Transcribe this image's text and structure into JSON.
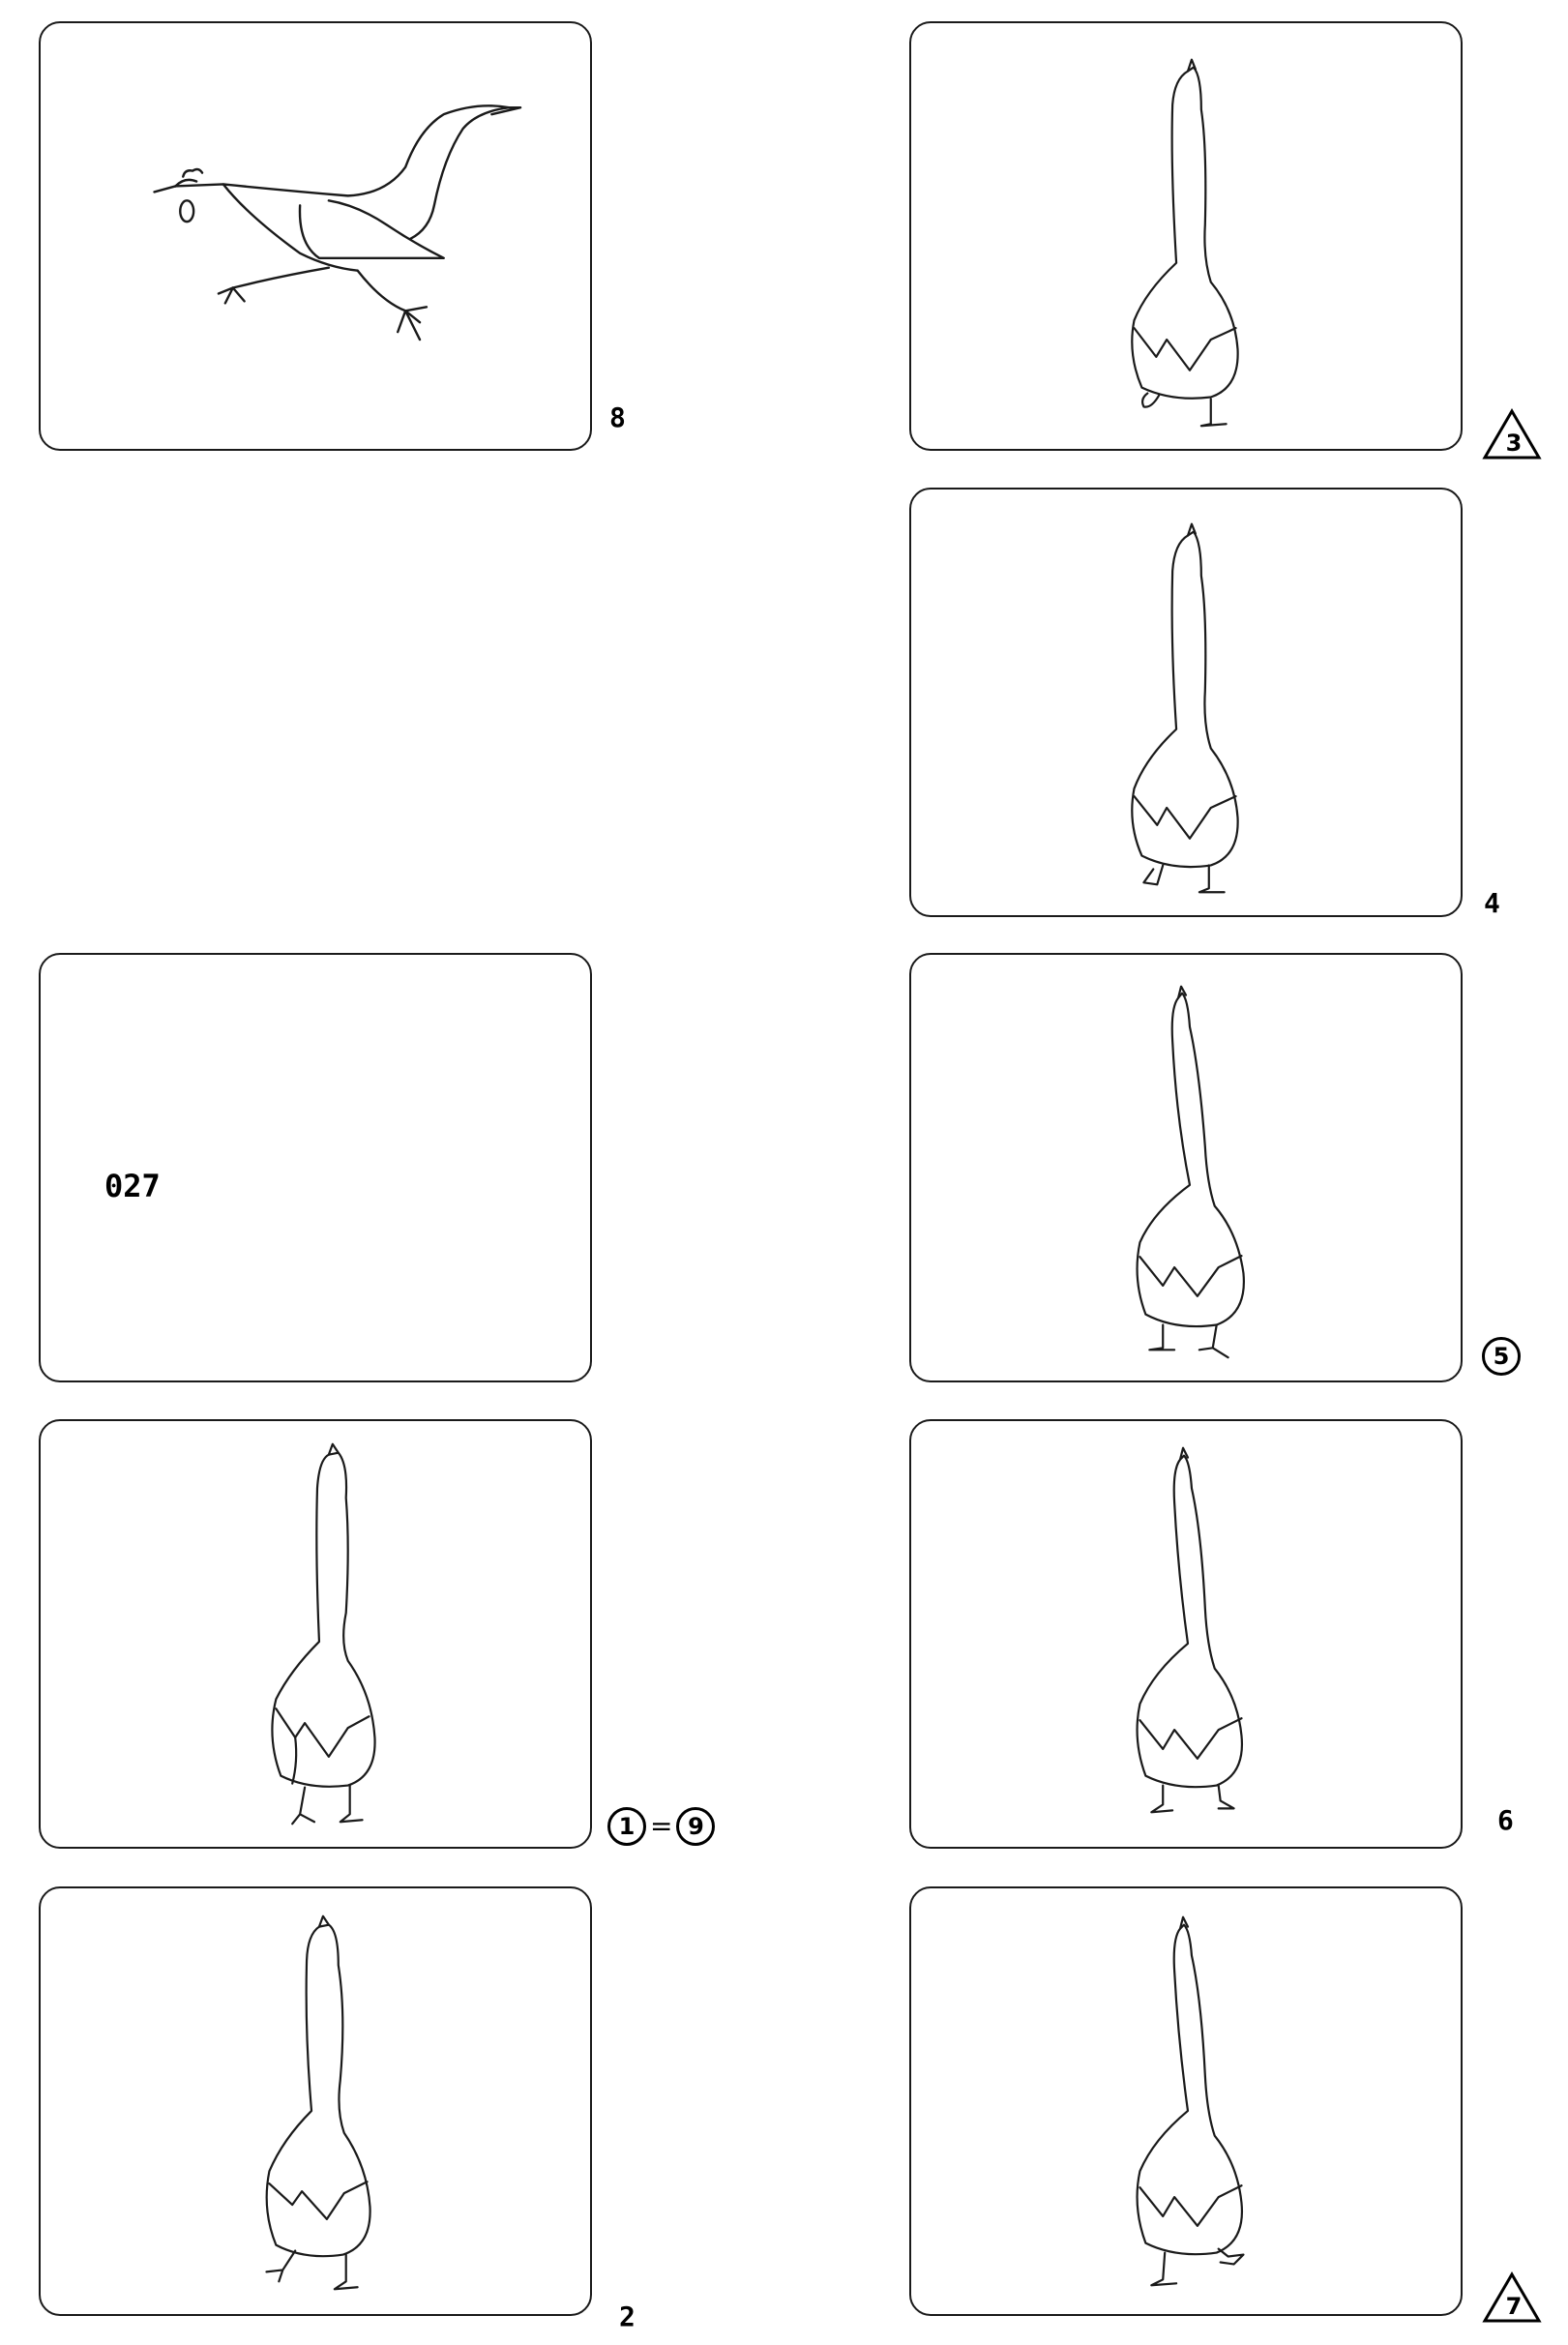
{
  "frames": [
    {
      "id": "frame-8-runner",
      "label": "8"
    },
    {
      "id": "frame-3",
      "label": "3",
      "marker": "triangle"
    },
    {
      "id": "frame-4",
      "label": "4"
    },
    {
      "id": "frame-027-slate",
      "label": "",
      "slate_text": "027"
    },
    {
      "id": "frame-5",
      "label": "5",
      "marker": "circle"
    },
    {
      "id": "frame-1",
      "label_parts": [
        "1",
        "=",
        "9"
      ],
      "marker": "circle"
    },
    {
      "id": "frame-6",
      "label": "6"
    },
    {
      "id": "frame-2",
      "label": "2"
    },
    {
      "id": "frame-7",
      "label": "7",
      "marker": "triangle"
    }
  ],
  "colors": {
    "line": "#1a1a1a",
    "paper": "#ffffff"
  }
}
